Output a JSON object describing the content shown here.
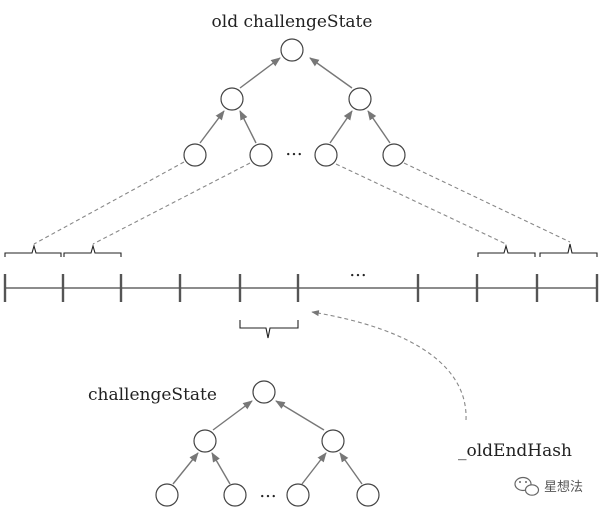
{
  "labels": {
    "top_title": "old challengeState",
    "bottom_title": "challengeState",
    "pointer_label": "_oldEndHash",
    "top_ellipsis": "...",
    "axis_ellipsis": "...",
    "bottom_ellipsis": "..."
  },
  "watermark": {
    "text": "星想法",
    "icon": "wechat-icon"
  },
  "colors": {
    "edge": "#777777",
    "node_stroke": "#444444",
    "dash": "#888888"
  }
}
